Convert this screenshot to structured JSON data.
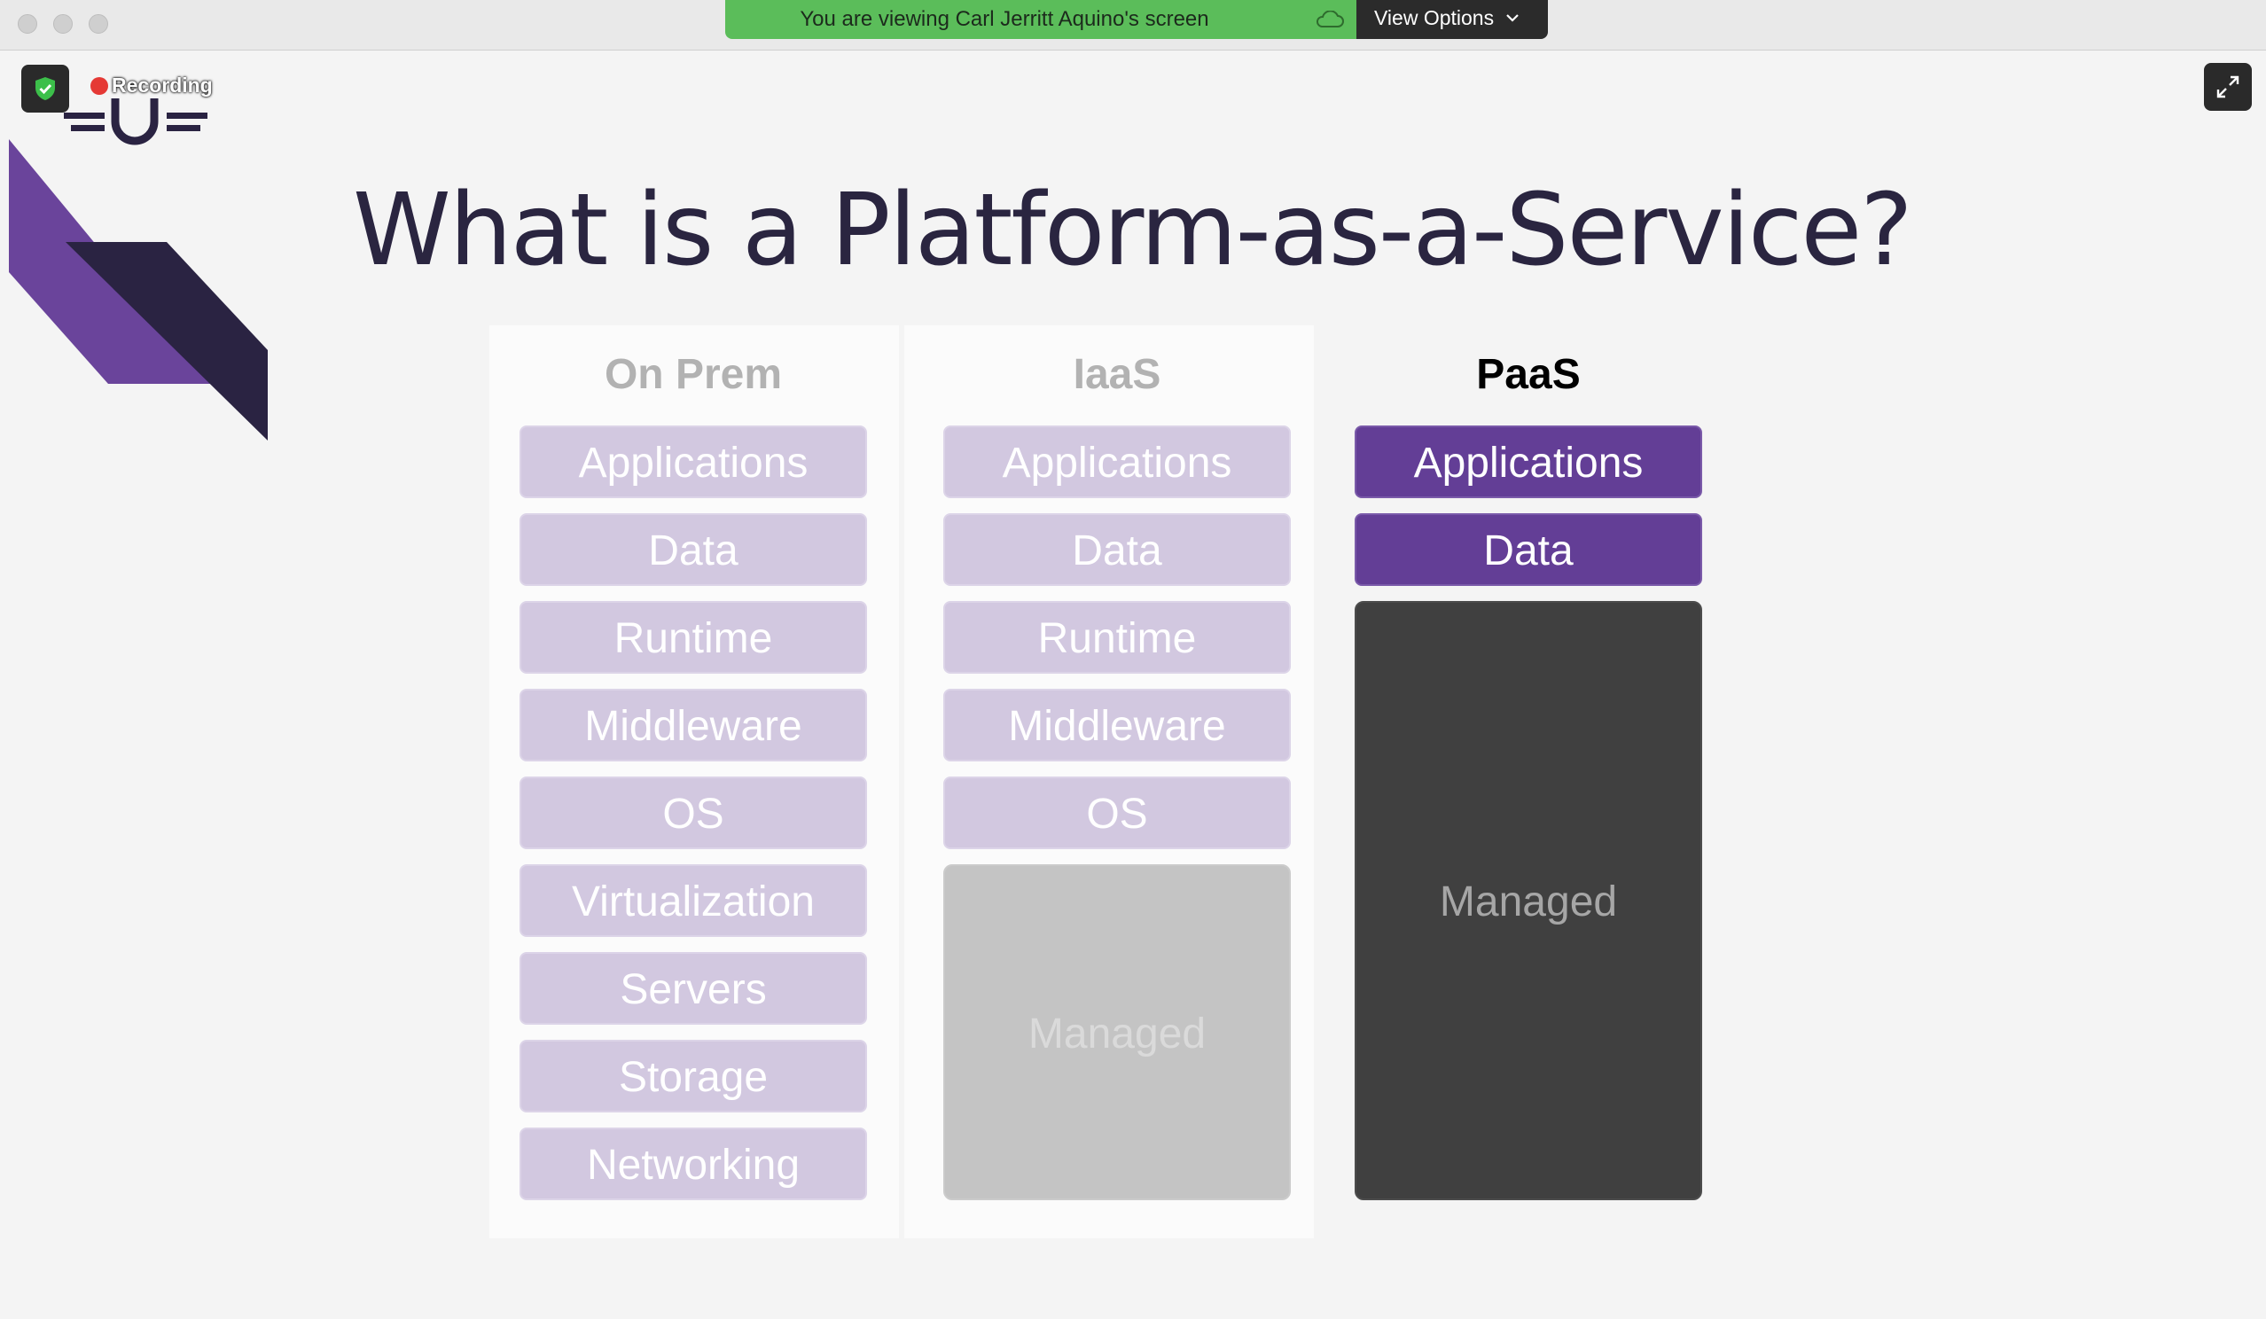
{
  "window": {
    "banner_text": "You are viewing Carl Jerritt Aquino's screen",
    "view_options_label": "View Options",
    "recording_label": "Recording"
  },
  "slide": {
    "title": "What is a Platform-as-a-Service?",
    "columns": [
      {
        "title": "On Prem",
        "items": [
          "Applications",
          "Data",
          "Runtime",
          "Middleware",
          "OS",
          "Virtualization",
          "Servers",
          "Storage",
          "Networking"
        ],
        "managed_label": ""
      },
      {
        "title": "IaaS",
        "items": [
          "Applications",
          "Data",
          "Runtime",
          "Middleware",
          "OS"
        ],
        "managed_label": "Managed"
      },
      {
        "title": "PaaS",
        "items": [
          "Applications",
          "Data"
        ],
        "managed_label": "Managed"
      }
    ]
  },
  "colors": {
    "share_banner": "#5bbd5a",
    "purple_dark": "#633e96",
    "purple_light": "#d2c8e0",
    "managed_gray": "#c4c4c4",
    "managed_dark": "#404040",
    "title_text": "#2a2540"
  },
  "icons": {
    "security": "shield-check-icon",
    "recording": "recording-dot-icon",
    "cloud": "cloud-icon",
    "fullscreen": "expand-arrows-icon",
    "dropdown": "chevron-down-icon"
  }
}
